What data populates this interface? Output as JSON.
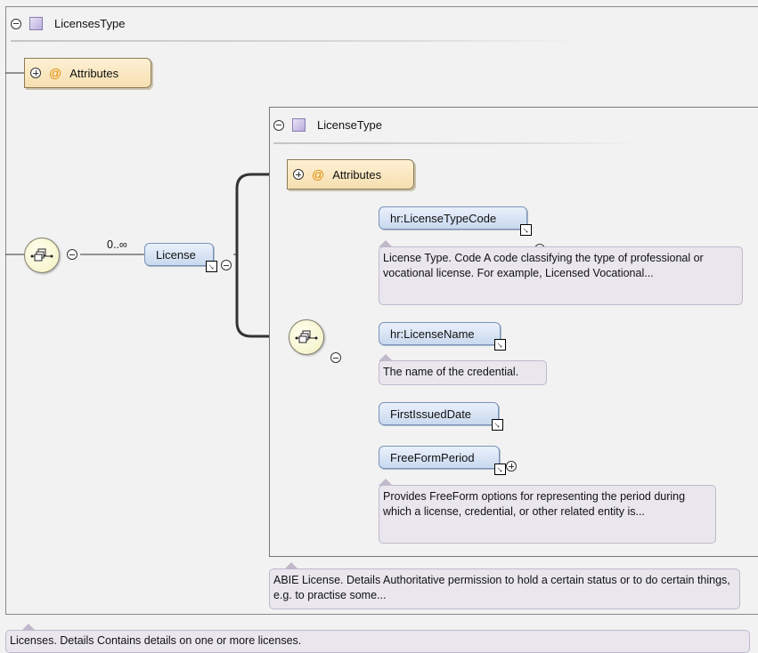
{
  "outer": {
    "title": "LicensesType",
    "attributes_label": "Attributes"
  },
  "license": {
    "cardinality": "0..∞",
    "label": "License"
  },
  "inner": {
    "title": "LicenseType",
    "attributes_label": "Attributes"
  },
  "children": [
    {
      "label": "hr:LicenseTypeCode",
      "doc": "License Type. Code A code classifying the type of professional or vocational license. For example, Licensed Vocational..."
    },
    {
      "label": "hr:LicenseName",
      "doc": "The name of the credential."
    },
    {
      "label": "FirstIssuedDate",
      "doc": ""
    },
    {
      "label": "FreeFormPeriod",
      "doc": "Provides FreeForm options for representing the period during which a license, credential, or other related entity is..."
    }
  ],
  "docs": {
    "license_abie": "ABIE License. Details Authoritative permission to hold a certain status or to do certain things, e.g. to practise some...",
    "licenses": "Licenses. Details Contains details on one or more licenses."
  },
  "icons": {
    "collapse": "minus-circle-icon",
    "expand": "plus-circle-icon",
    "type": "complex-type-icon",
    "attr": "at-sign-icon",
    "ref": "reference-arrow-icon",
    "sequence": "sequence-icon"
  }
}
